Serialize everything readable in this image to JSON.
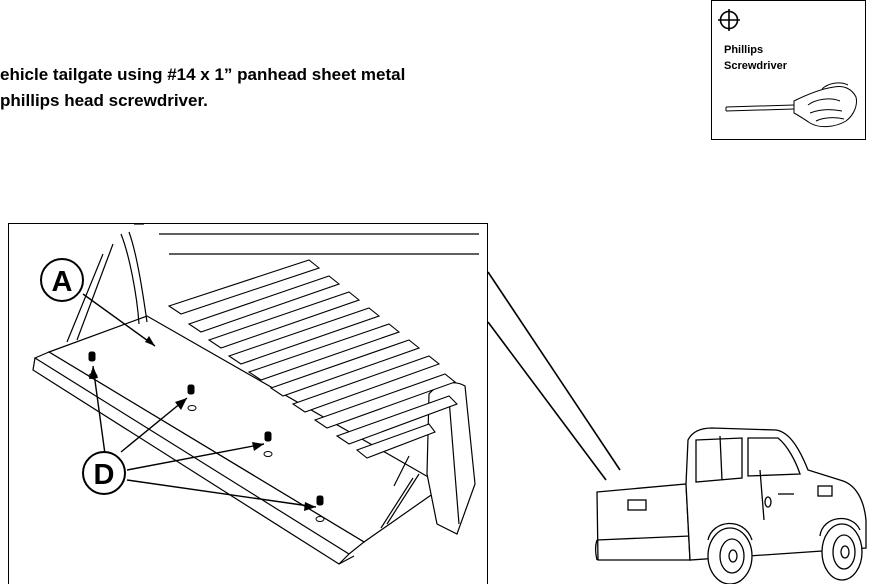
{
  "instructions": {
    "line1": "ehicle tailgate using #14 x 1” panhead sheet metal",
    "line2": " phillips head screwdriver."
  },
  "tool": {
    "icon": "phillips-cross-icon",
    "label_line1": "Phillips",
    "label_line2": "Screwdriver"
  },
  "callouts": {
    "a": "A",
    "d": "D"
  }
}
